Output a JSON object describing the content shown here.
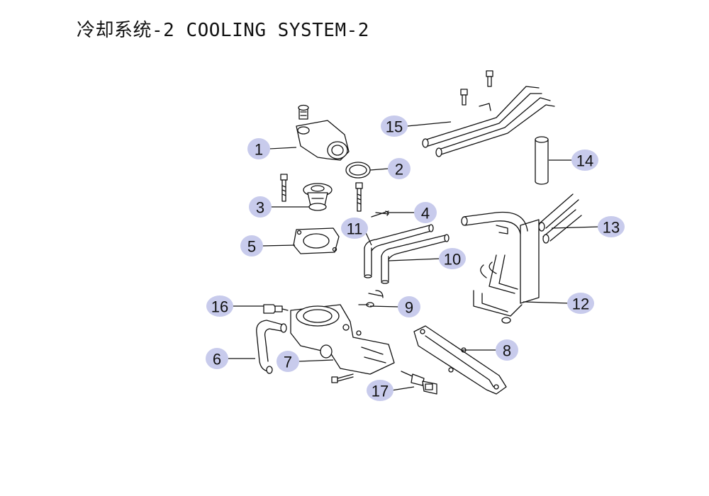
{
  "header": {
    "title": "冷却系统-2 COOLING SYSTEM-2"
  },
  "colors": {
    "badge_fill": "#c8cbec",
    "ink": "#111111",
    "background": "#ffffff"
  },
  "callouts": [
    {
      "number": "1",
      "name": "callout-1"
    },
    {
      "number": "2",
      "name": "callout-2"
    },
    {
      "number": "3",
      "name": "callout-3"
    },
    {
      "number": "4",
      "name": "callout-4"
    },
    {
      "number": "5",
      "name": "callout-5"
    },
    {
      "number": "6",
      "name": "callout-6"
    },
    {
      "number": "7",
      "name": "callout-7"
    },
    {
      "number": "8",
      "name": "callout-8"
    },
    {
      "number": "9",
      "name": "callout-9"
    },
    {
      "number": "10",
      "name": "callout-10"
    },
    {
      "number": "11",
      "name": "callout-11"
    },
    {
      "number": "12",
      "name": "callout-12"
    },
    {
      "number": "13",
      "name": "callout-13"
    },
    {
      "number": "14",
      "name": "callout-14"
    },
    {
      "number": "15",
      "name": "callout-15"
    },
    {
      "number": "16",
      "name": "callout-16"
    },
    {
      "number": "17",
      "name": "callout-17"
    }
  ]
}
